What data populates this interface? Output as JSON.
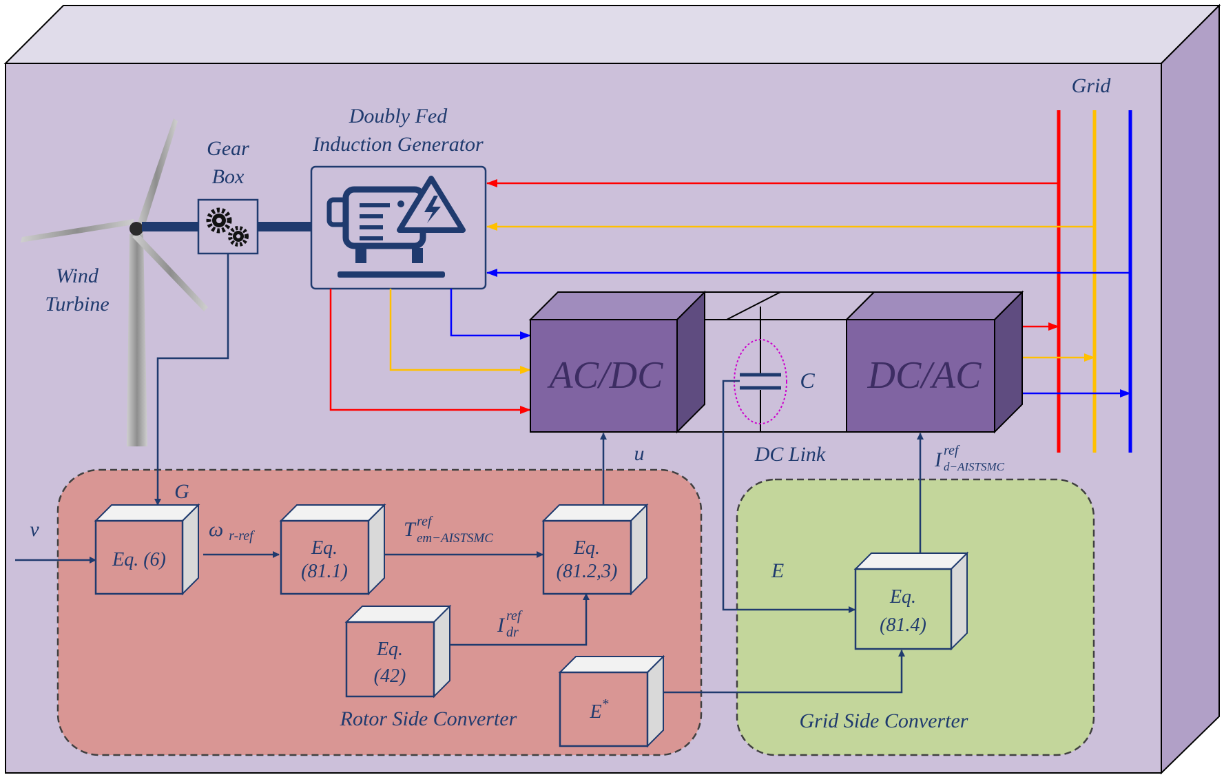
{
  "labels": {
    "wind_turbine_line1": "Wind",
    "wind_turbine_line2": "Turbine",
    "gear_box_line1": "Gear",
    "gear_box_line2": "Box",
    "dfig_line1": "Doubly Fed",
    "dfig_line2": "Induction Generator",
    "grid": "Grid",
    "ac_dc": "AC/DC",
    "dc_ac": "DC/AC",
    "capacitor": "C",
    "dc_link": "DC Link",
    "u": "u",
    "g": "G",
    "v": "v",
    "e": "E",
    "omega": "ω",
    "omega_sub": "r-ref",
    "t_main": "T",
    "t_sup": "ref",
    "t_sub": "em−AISTSMC",
    "idr_main": "I",
    "idr_sup": "ref",
    "idr_sub": "dr",
    "id_main": "I",
    "id_sup": "ref",
    "id_sub": "d−AISTSMC",
    "rotor_side_converter": "Rotor Side Converter",
    "grid_side_converter": "Grid Side Converter"
  },
  "blocks": {
    "eq6": "Eq. (6)",
    "eq811_line1": "Eq.",
    "eq811_line2": "(81.1)",
    "eq8123_line1": "Eq.",
    "eq8123_line2": "(81.2,3)",
    "eq42_line1": "Eq.",
    "eq42_line2": "(42)",
    "estar_main": "E",
    "estar_sup": "*",
    "eq814_line1": "Eq.",
    "eq814_line2": "(81.4)"
  },
  "colors": {
    "phase_a": "#ff0000",
    "phase_b": "#ffc000",
    "phase_c": "#0000ff",
    "signal": "#1f3a6e",
    "label": "#1f3a6e",
    "background_front": "#ccc0da",
    "background_top": "#e0dcea",
    "background_side": "#b1a0c7",
    "rotor_region": "#d99694",
    "grid_region": "#c3d69b",
    "converter_front": "#8064a2",
    "converter_top": "#a08cbd",
    "converter_side": "#5f4c80",
    "capacitor_ellipse": "#cc00cc"
  },
  "icons": [
    "wind-turbine-icon",
    "gears-icon",
    "generator-icon",
    "high-voltage-icon",
    "capacitor-icon"
  ]
}
